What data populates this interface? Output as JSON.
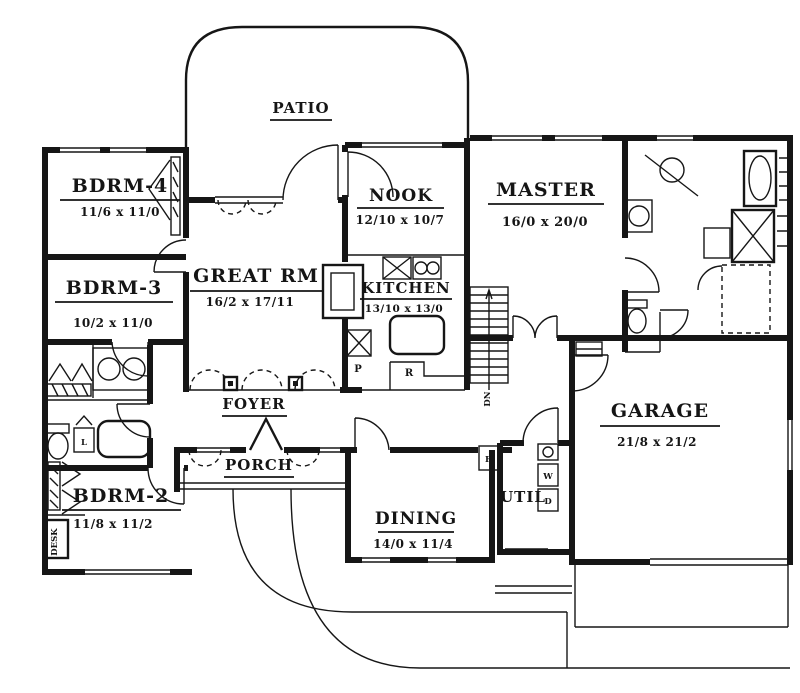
{
  "colors": {
    "ink": "#161616",
    "background": "#ffffff"
  },
  "plan": {
    "rooms": {
      "patio": {
        "label": "PATIO"
      },
      "bdrm4": {
        "label": "BDRM-4",
        "dim": "11/6 x 11/0"
      },
      "bdrm3": {
        "label": "BDRM-3",
        "dim": "10/2 x 11/0"
      },
      "bdrm2": {
        "label": "BDRM-2",
        "dim": "11/8 x 11/2"
      },
      "great_rm": {
        "label": "GREAT RM",
        "dim": "16/2 x 17/11"
      },
      "nook": {
        "label": "NOOK",
        "dim": "12/10 x 10/7"
      },
      "kitchen": {
        "label": "KITCHEN",
        "dim": "13/10 x 13/0"
      },
      "master": {
        "label": "MASTER",
        "dim": "16/0 x 20/0"
      },
      "foyer": {
        "label": "FOYER"
      },
      "porch": {
        "label": "PORCH"
      },
      "dining": {
        "label": "DINING",
        "dim": "14/0 x 11/4"
      },
      "util": {
        "label": "UTIL"
      },
      "garage": {
        "label": "GARAGE",
        "dim": "21/8 x 21/2"
      }
    },
    "markers": {
      "desk": "DESK",
      "stairs_down": "DN",
      "pantry": "P",
      "range": "R",
      "linen": "L",
      "furnace": "F",
      "washer": "W",
      "dryer": "D"
    }
  }
}
